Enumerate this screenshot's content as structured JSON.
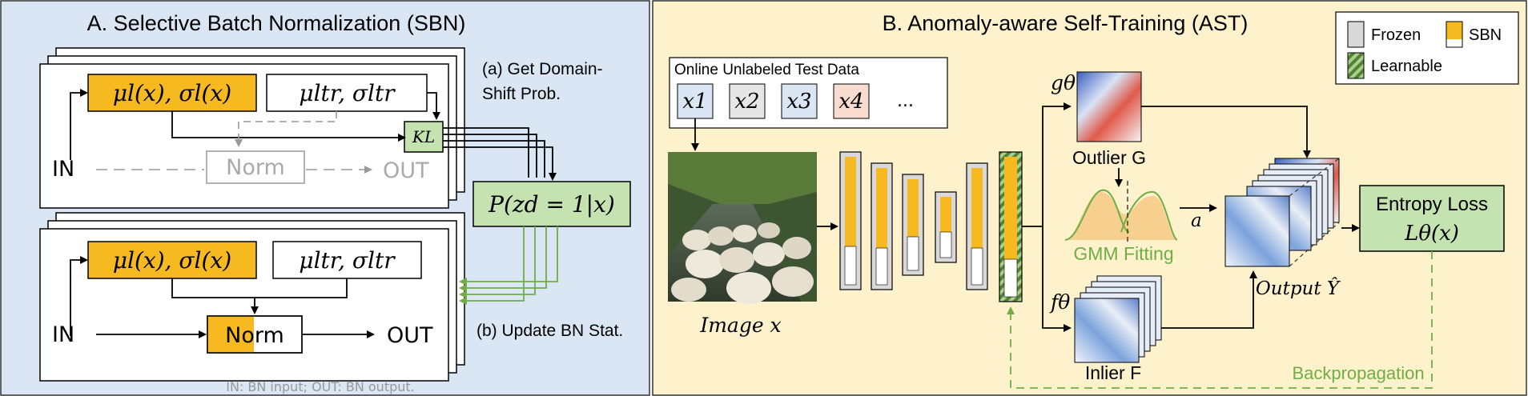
{
  "sbn": {
    "title": "A. Selective Batch Normalization (SBN)",
    "stat_label": "μl(x), σl(x)",
    "stat_l": "l",
    "train_stat": "μltr, σltr",
    "kl": "KL",
    "in": "IN",
    "out": "OUT",
    "norm": "Norm",
    "prob": "P(zd = 1|x)",
    "step_a_1": "(a) Get Domain-",
    "step_a_2": "Shift Prob.",
    "step_b": "(b) Update BN Stat.",
    "footnote": "IN: BN input;  OUT: BN output."
  },
  "ast": {
    "title": "B. Anomaly-aware Self-Training (AST)",
    "test_data": "Online Unlabeled Test Data",
    "x_items": [
      "x1",
      "x2",
      "x3",
      "x4"
    ],
    "ellipsis": "...",
    "image_label": "Image x",
    "g": "gθ",
    "f": "fθ",
    "outlier": "Outlier G",
    "inlier": "Inlier F",
    "gmm": "GMM Fitting",
    "a": "a",
    "output": "Output Ŷ",
    "entropy_1": "Entropy Loss",
    "entropy_2": "Lθ(x)",
    "backprop": "Backpropagation"
  },
  "legend": {
    "frozen": "Frozen",
    "sbn": "SBN",
    "learnable": "Learnable"
  },
  "colors": {
    "left_panel": "#dbe6f4",
    "right_panel": "#fdf2cc",
    "sbn_orange": "#f6b91f",
    "green_box": "#c5e3b1",
    "green_line": "#70ad47",
    "frozen_gray": "#d9d9d9",
    "x2_fill": "#e6e6e6",
    "x3_fill": "#dbe6f4",
    "x4_fill": "#f9dcd0"
  }
}
